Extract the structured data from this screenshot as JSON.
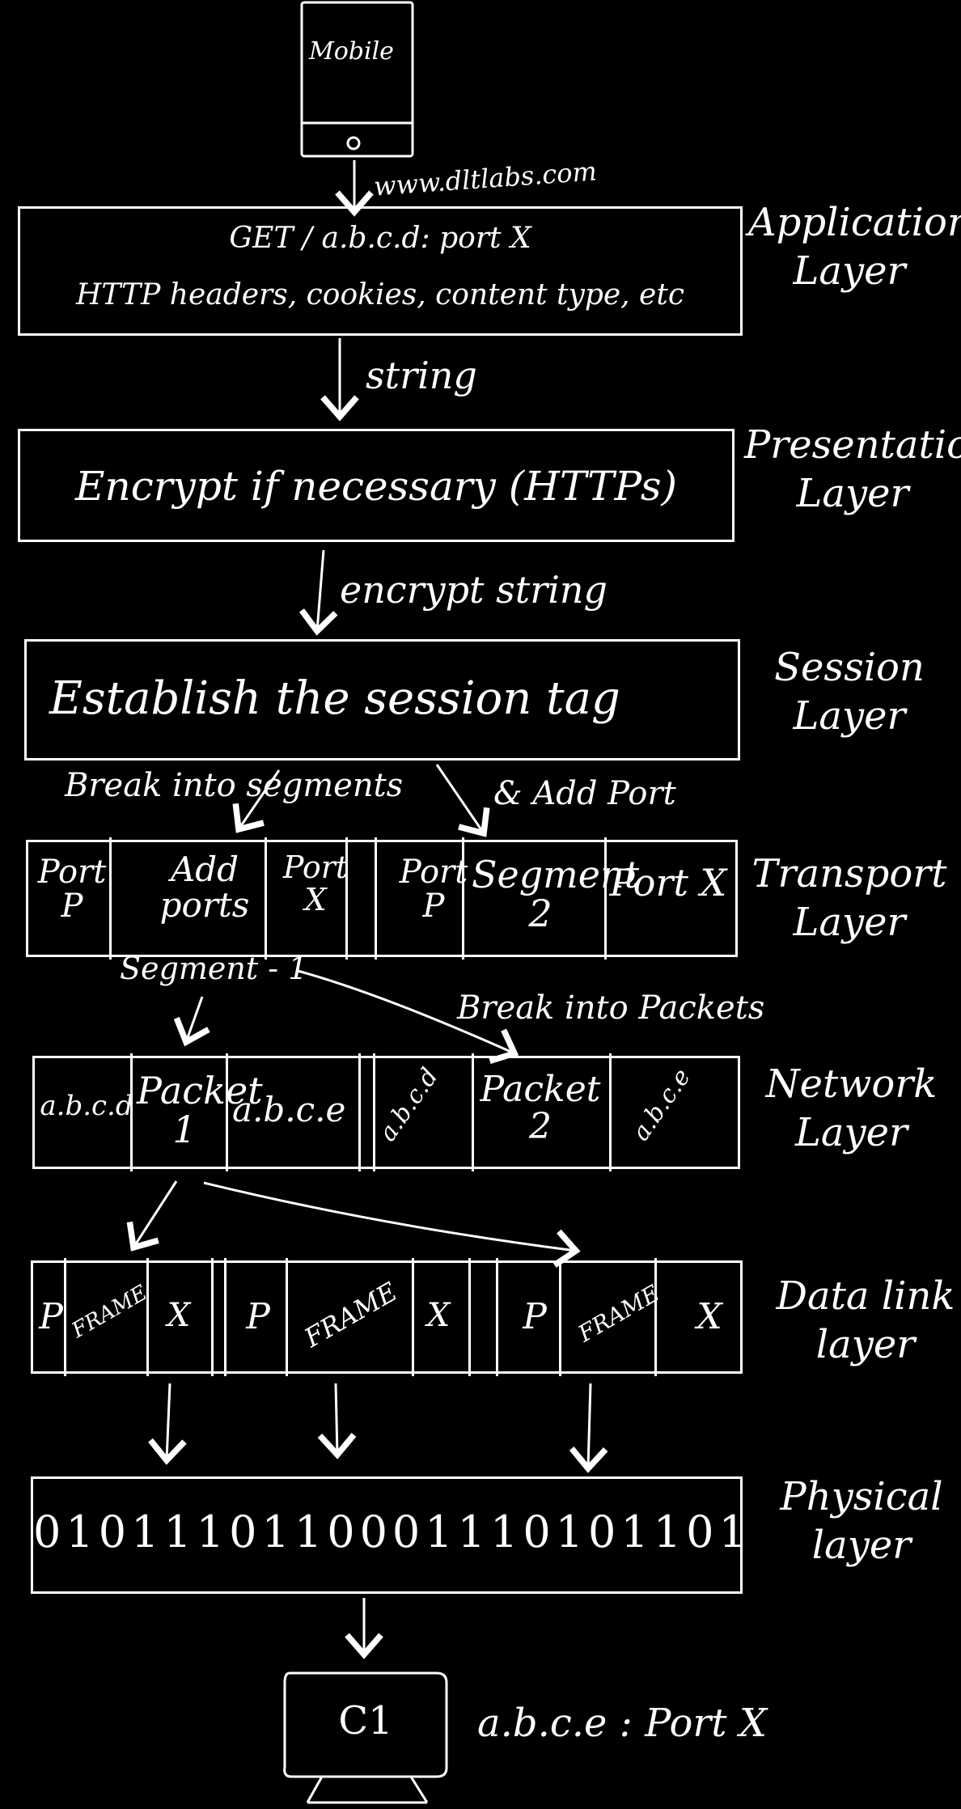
{
  "mobile": {
    "label": "Mobile"
  },
  "url_label": "www.dltlabs.com",
  "application": {
    "line1": "GET / a.b.c.d: port X",
    "line2": "HTTP headers, cookies, content type, etc",
    "layer": [
      "Application",
      "Layer"
    ]
  },
  "arrow_string": "string",
  "presentation": {
    "text": "Encrypt if necessary (HTTPs)",
    "layer": [
      "Presentation",
      "Layer"
    ]
  },
  "arrow_encrypt": "encrypt string",
  "session": {
    "text": "Establish the session tag",
    "layer": [
      "Session",
      "Layer"
    ]
  },
  "note_break_segments": "Break into segments",
  "note_add_port": "& Add Port",
  "transport": {
    "cells": [
      "Port P",
      "Add ports",
      "Port X",
      "Port P",
      "Segment 2",
      "Port X"
    ],
    "layer": [
      "Transport",
      "Layer"
    ]
  },
  "note_segment1": "Segment - 1",
  "note_break_packets": "Break into Packets",
  "network": {
    "cells": [
      "a.b.c.d",
      "Packet 1",
      "a.b.c.e",
      "a.b.c.d",
      "Packet 2",
      "a.b.c.e"
    ],
    "layer": [
      "Network",
      "Layer"
    ]
  },
  "datalink": {
    "cells": [
      "P",
      "FRAME",
      "X",
      "P",
      "FRAME",
      "X",
      "P",
      "FRAME",
      "X"
    ],
    "layer": [
      "Data link",
      "layer"
    ]
  },
  "physical": {
    "bits": "0101110110001110101101",
    "layer": [
      "Physical",
      "layer"
    ]
  },
  "computer": {
    "label": "C1"
  },
  "destination_label": "a.b.c.e : Port X"
}
